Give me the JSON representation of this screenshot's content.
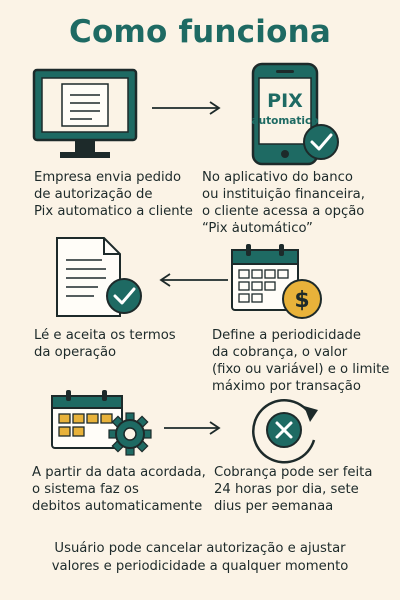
{
  "title": "Como funciona",
  "icons": {
    "monitor": "monitor-icon",
    "phone": "smartphone-icon",
    "document": "document-check-icon",
    "calendar_coin": "calendar-coin-icon",
    "calendar_gear": "calendar-gear-icon",
    "refresh_x": "refresh-cancel-icon"
  },
  "phone": {
    "brand": "PIX",
    "sub": "automatico"
  },
  "coin_symbol": "$",
  "steps": [
    {
      "text": "Empresa envia pedido\nde autorização de\nPix automatico a cliente"
    },
    {
      "text": "No aplicativo do banco\nou instituição financeira,\n   o cliente acessa a opção\n      “Pix ȧutomático”"
    },
    {
      "text": "Lé e aceita os termos\nda operação"
    },
    {
      "text": "Define a periodicidade\n da cobrança, o valor\n (fixo ou variável) e o limite\n máximo por transação"
    },
    {
      "text": "A partir da data acordada,\n o sistema faz os\n debitos automaticamente"
    },
    {
      "text": "Cobrança pode ser feita\n24 horas por dia, sete\n  dius per əemanaa"
    }
  ],
  "footer": "Usuário pode cancelar autorização e ajustar\n   valores e periodicidade a qualquer momento",
  "colors": {
    "background": "#fbf3e6",
    "teal": "#1e6a63",
    "dark": "#1d2a2a",
    "gold": "#e8b23a"
  }
}
